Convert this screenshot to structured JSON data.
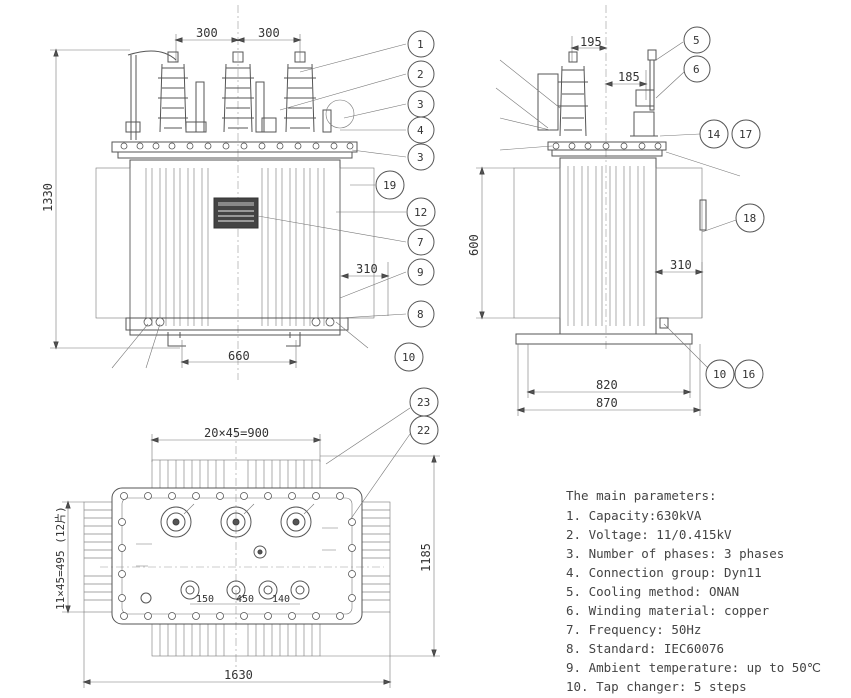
{
  "front_view": {
    "dim_bushing_spacing_left": "300",
    "dim_bushing_spacing_right": "300",
    "dim_total_height": "1330",
    "dim_width_660": "660",
    "dim_side_310": "310"
  },
  "side_view": {
    "dim_195": "195",
    "dim_185": "185",
    "dim_height_600": "600",
    "dim_side_310": "310",
    "dim_820": "820",
    "dim_870": "870"
  },
  "top_view": {
    "dim_top": "20×45=900",
    "dim_left": "11×45=495 (12片)",
    "dim_right": "1185",
    "dim_bottom": "1630",
    "dim_150": "150",
    "dim_450": "450",
    "dim_140": "140"
  },
  "callouts": {
    "c1": "1",
    "c2": "2",
    "c3a": "3",
    "c4": "4",
    "c3b": "3",
    "c19": "19",
    "c12": "12",
    "c7": "7",
    "c9": "9",
    "c8": "8",
    "c10a": "10",
    "c5": "5",
    "c6": "6",
    "c14": "14",
    "c17": "17",
    "c18": "18",
    "c10b": "10",
    "c16": "16",
    "c23": "23",
    "c22": "22"
  },
  "parameters": {
    "heading": "The main parameters:",
    "items": [
      "1. Capacity:630kVA",
      "2. Voltage: 11/0.415kV",
      "3. Number of phases: 3 phases",
      "4. Connection group: Dyn11",
      "5. Cooling method: ONAN",
      "6. Winding material: copper",
      "7. Frequency: 50Hz",
      "8. Standard: IEC60076",
      "9. Ambient temperature: up to 50℃",
      "10. Tap changer: 5 steps"
    ]
  }
}
